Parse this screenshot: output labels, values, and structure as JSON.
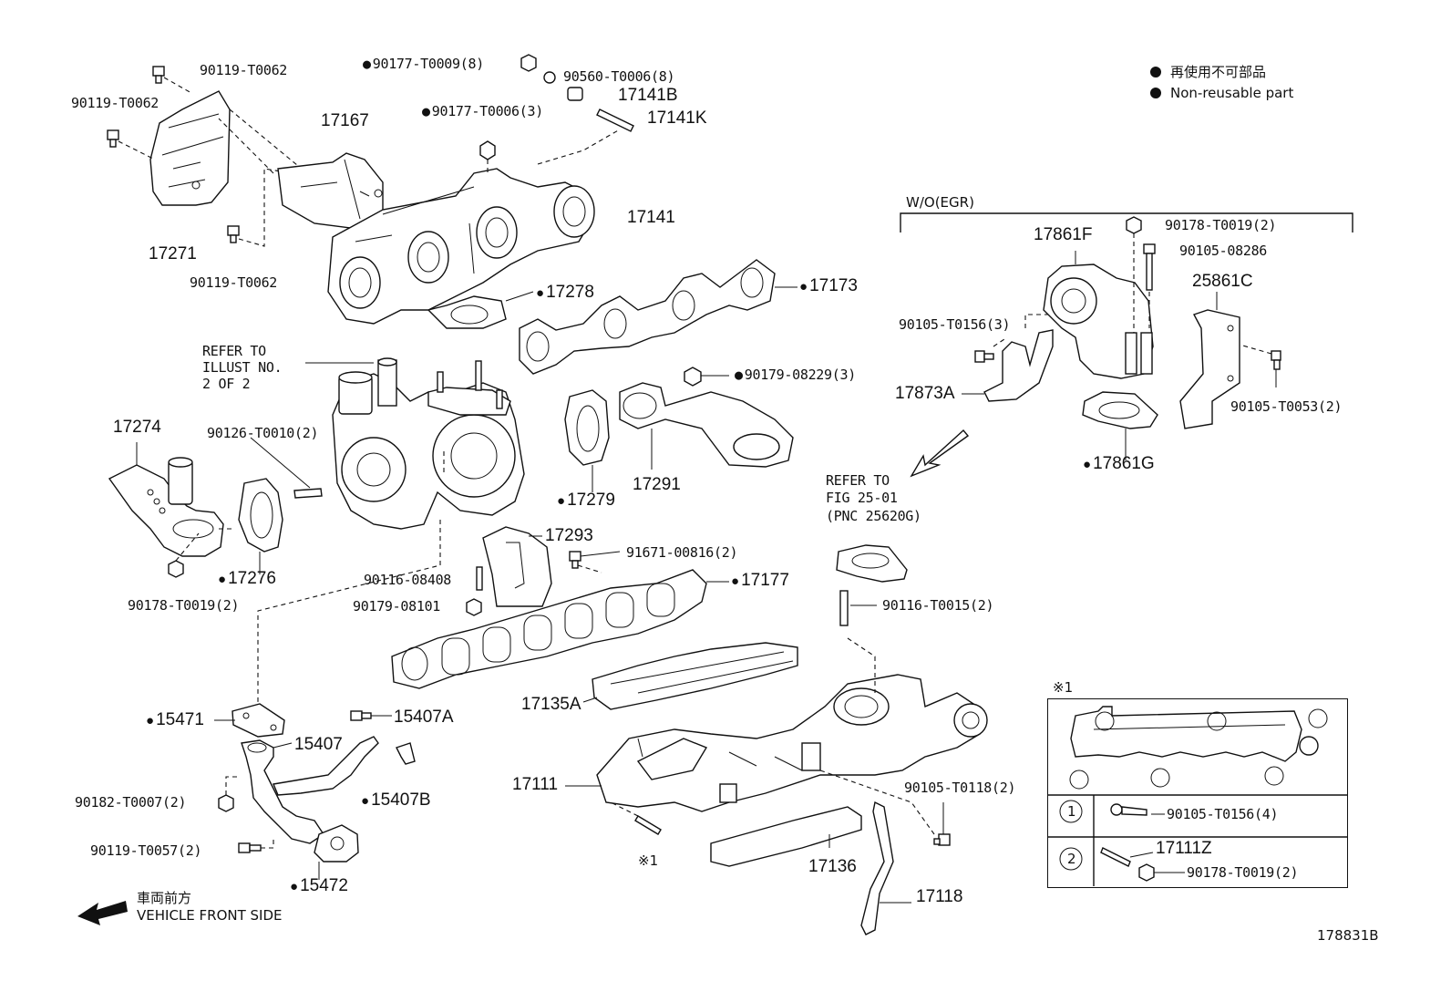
{
  "legend": {
    "non_reusable_ja": "再使用不可部品",
    "non_reusable_en": "Non-reusable part"
  },
  "labels": {
    "l_90119_a": "90119-T0062",
    "l_90119_b": "90119-T0062",
    "l_90119_c": "90119-T0062",
    "l_17271": "17271",
    "l_17167": "17167",
    "l_90177_t0009": "90177-T0009(8)",
    "l_90560": "90560-T0006(8)",
    "l_17141b": "17141B",
    "l_90177_t0006": "90177-T0006(3)",
    "l_17141k": "17141K",
    "l_17141": "17141",
    "l_17278": "17278",
    "l_17173": "17173",
    "l_refer1_a": "REFER TO",
    "l_refer1_b": "ILLUST NO.",
    "l_refer1_c": "2 OF 2",
    "l_90179_08229": "90179-08229(3)",
    "l_17274": "17274",
    "l_90126": "90126-T0010(2)",
    "l_17276": "17276",
    "l_90178_a": "90178-T0019(2)",
    "l_17279": "17279",
    "l_17291": "17291",
    "l_17293": "17293",
    "l_91671": "91671-00816(2)",
    "l_90116_08408": "90116-08408",
    "l_90179_08101": "90179-08101",
    "l_17177": "17177",
    "l_15471": "15471",
    "l_15407a": "15407A",
    "l_15407": "15407",
    "l_15407b": "15407B",
    "l_90182": "90182-T0007(2)",
    "l_90119_t0057": "90119-T0057(2)",
    "l_15472": "15472",
    "l_17135a": "17135A",
    "l_17111": "17111",
    "l_ref1_mark": "※1",
    "l_17136": "17136",
    "l_17118": "17118",
    "l_90105_t0118": "90105-T0118(2)",
    "l_90116_t0015": "90116-T0015(2)",
    "l_refer2_a": "REFER TO",
    "l_refer2_b": "FIG 25-01",
    "l_refer2_c": "(PNC 25620G)",
    "l_wo_egr": "W/O(EGR)",
    "l_90178_b": "90178-T0019(2)",
    "l_17861f": "17861F",
    "l_90105_08286": "90105-08286",
    "l_25861c": "25861C",
    "l_90105_t0156_3": "90105-T0156(3)",
    "l_17873a": "17873A",
    "l_90105_t0053": "90105-T0053(2)",
    "l_17861g": "17861G",
    "l_inset_mark": "※1",
    "l_inset_row1_num": "1",
    "l_inset_row1_part": "90105-T0156(4)",
    "l_inset_row2_num": "2",
    "l_inset_row2_part_a": "17111Z",
    "l_inset_row2_part_b": "90178-T0019(2)",
    "l_front_ja": "車両前方",
    "l_front_en": "VEHICLE FRONT SIDE",
    "l_fig_no": "178831B"
  }
}
